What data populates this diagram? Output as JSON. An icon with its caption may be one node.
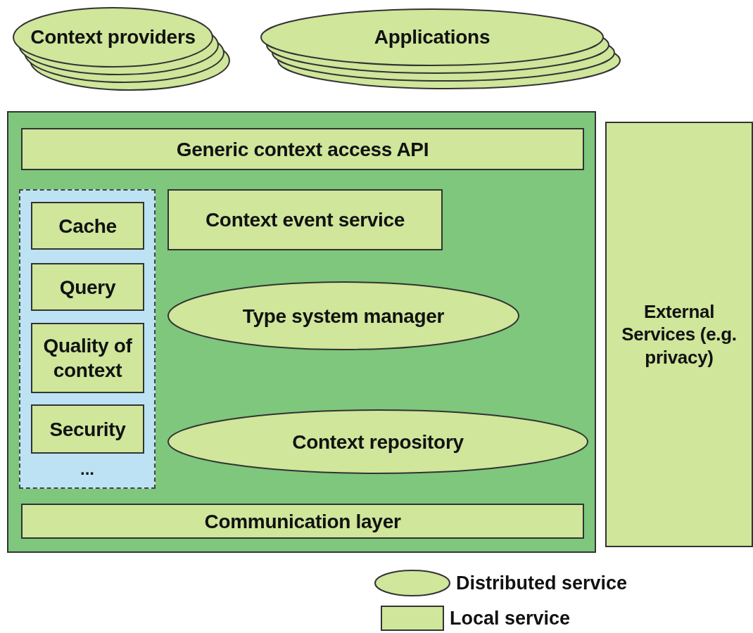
{
  "diagram": {
    "nodes": [
      {
        "text": [
          "Context providers"
        ]
      },
      {
        "text": [
          "Applications"
        ]
      },
      {
        "text": [],
        "shape": "box"
      },
      {
        "text": [
          "Generic context access API"
        ],
        "in": 2
      },
      {
        "text": [],
        "shape": "box",
        "in": 2
      },
      {
        "text": [
          "Cache"
        ],
        "in": 4
      },
      {
        "text": [
          "Query"
        ],
        "in": 4
      },
      {
        "text": [
          "Quality of context"
        ],
        "in": 4
      },
      {
        "text": [
          "Security"
        ],
        "in": 4
      },
      {
        "text": [
          "Context event service"
        ],
        "in": 2
      },
      {
        "text": [
          "Type system manager"
        ],
        "in": 2
      },
      {
        "text": [
          "Context repository"
        ],
        "in": 2
      },
      {
        "text": [
          "Communication layer"
        ],
        "in": 2
      },
      {
        "text": [
          "External Services (e.g. privacy)"
        ]
      }
    ],
    "labels": [
      "..."
    ],
    "legend": [
      {
        "text": "Distributed service"
      },
      {
        "text": "Local service"
      }
    ]
  }
}
